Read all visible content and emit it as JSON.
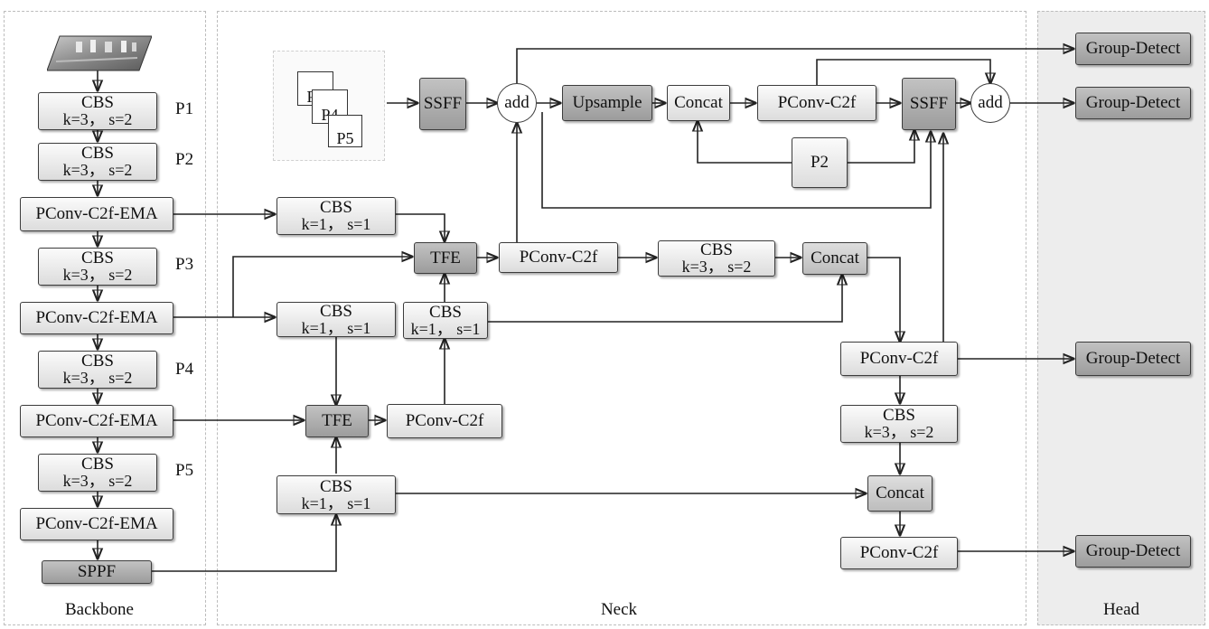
{
  "sections": {
    "backbone": "Backbone",
    "neck": "Neck",
    "head": "Head"
  },
  "labels": {
    "cbs": "CBS",
    "k3s2": "k=3， s=2",
    "k1s1": "k=1， s=1",
    "p1": "P1",
    "p2": "P2",
    "p3": "P3",
    "p4": "P4",
    "p5": "P5"
  },
  "blocks": {
    "pconv_c2f_ema": "PConv-C2f-EMA",
    "sppf": "SPPF",
    "tfe": "TFE",
    "pconv_c2f": "PConv-C2f",
    "concat": "Concat",
    "ssff": "SSFF",
    "add": "add",
    "upsample": "Upsample",
    "p2": "P2",
    "group_detect": "Group-Detect"
  },
  "inset": {
    "p3": "P3",
    "p4": "P4",
    "p5": "P5"
  }
}
